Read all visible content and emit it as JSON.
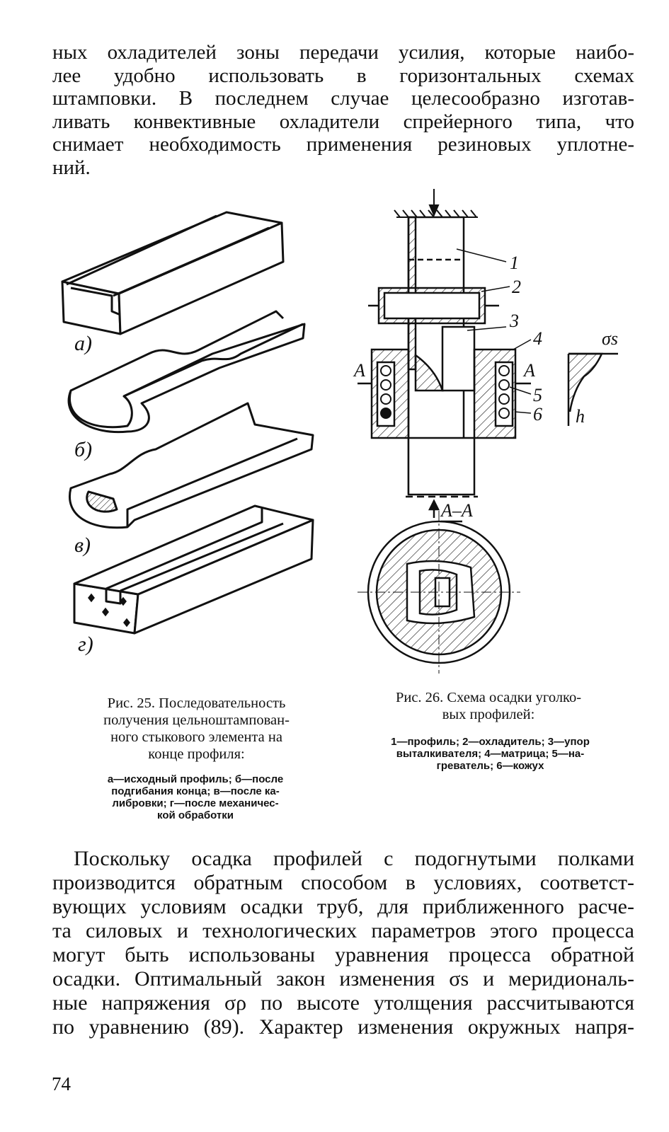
{
  "text_top": {
    "lines": [
      "ных охладителей зоны передачи усилия, которые наибо-",
      "лее удобно использовать в горизонтальных схемах",
      "штамповки. В последнем случае целесообразно изготав-",
      "ливать конвективные охладители спрейерного типа, что",
      "снимает необходимость применения резиновых уплотне-",
      "ний."
    ]
  },
  "figure25": {
    "labels": [
      "а)",
      "б)",
      "в)",
      "г)"
    ],
    "caption_lines": [
      "Рис. 25. Последовательность",
      "получения цельноштампован-",
      "ного стыкового элемента на",
      "конце профиля:"
    ],
    "legend_lines": [
      "а—исходный профиль; б—после",
      "подгибания конца; в—после ка-",
      "либровки; г—после механичес-",
      "кой обработки"
    ]
  },
  "figure26": {
    "callouts": [
      "1",
      "2",
      "3",
      "4",
      "5",
      "6"
    ],
    "section_marks": [
      "А",
      "А"
    ],
    "section_title": "А–А",
    "graph_labels": {
      "sigma": "σs",
      "h": "h"
    },
    "caption_lines": [
      "Рис. 26. Схема осадки уголко-",
      "вых профилей:"
    ],
    "legend_lines": [
      "1—профиль; 2—охладитель; 3—упор",
      "выталкивателя; 4—матрица; 5—на-",
      "греватель; 6—кожух"
    ]
  },
  "text_bottom": {
    "lines": [
      "Поскольку осадка профилей с подогнутыми полками",
      "производится обратным способом в условиях, соответст-",
      "вующих условиям осадки труб, для приближенного расче-",
      "та силовых и технологических параметров этого процесса",
      "могут быть использованы уравнения процесса обратной",
      "осадки. Оптимальный закон изменения σs и меридиональ-",
      "ные напряжения σρ по высоте утолщения рассчитываются",
      "по уравнению (89). Характер изменения окружных напря-"
    ]
  },
  "page_number": "74"
}
